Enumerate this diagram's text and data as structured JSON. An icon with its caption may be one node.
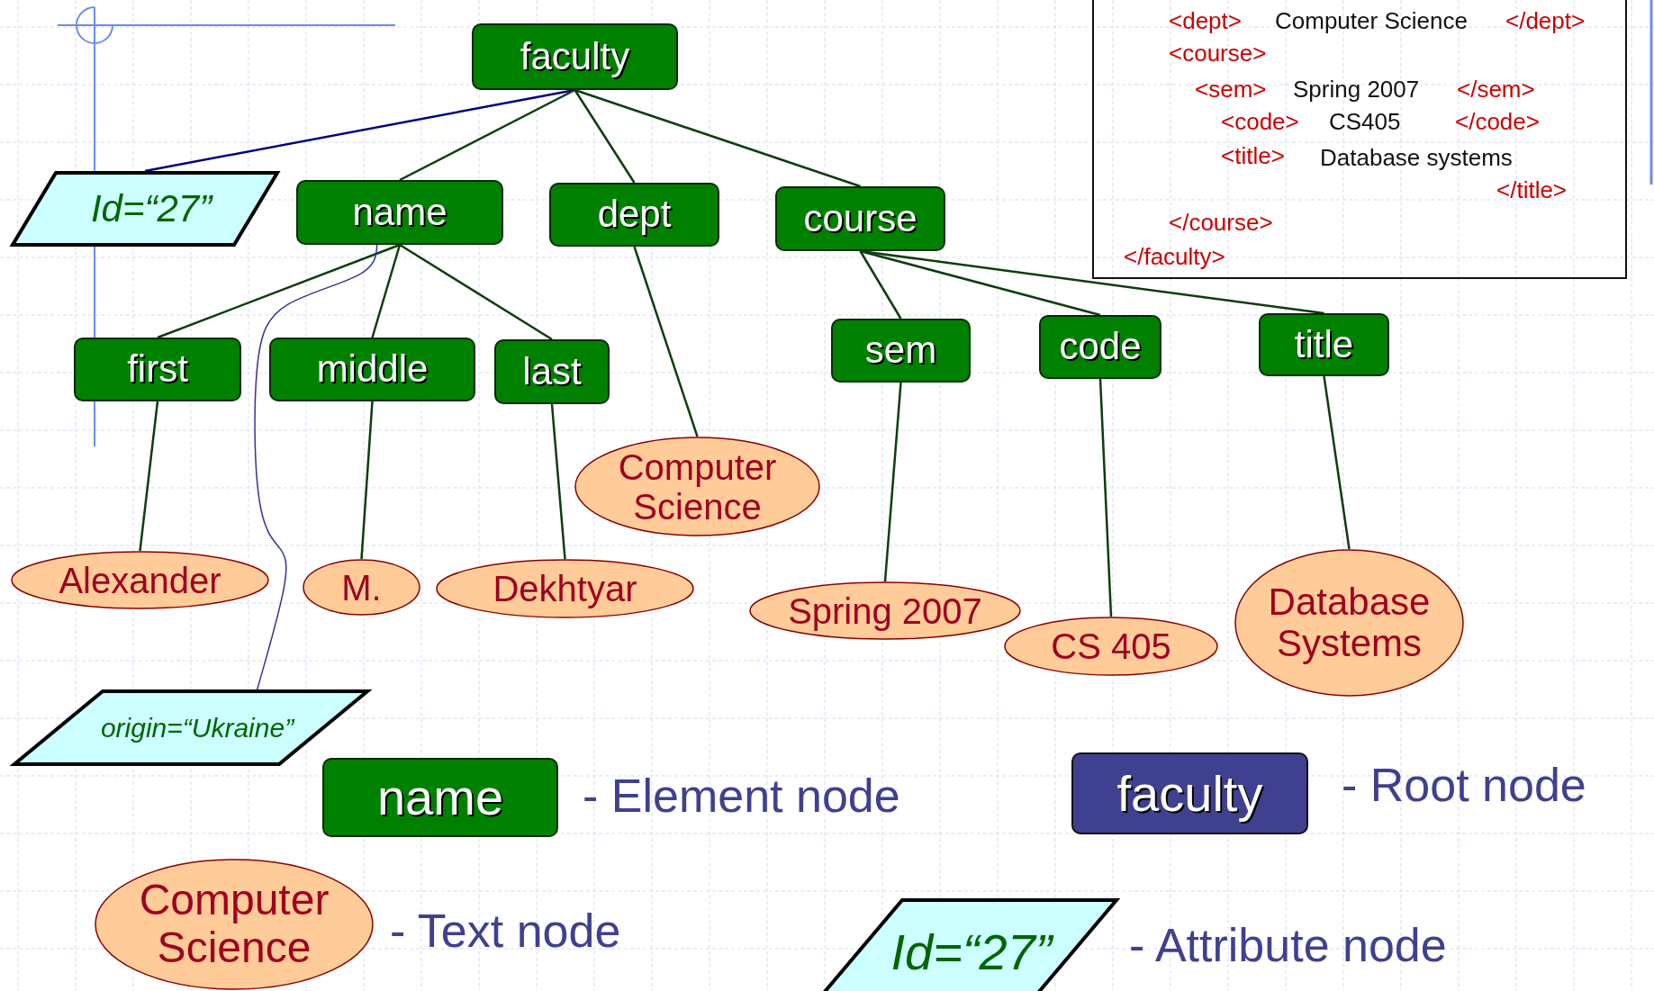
{
  "diagram": {
    "nodes": [
      {
        "text": [
          "faculty"
        ]
      },
      {
        "text": [
          "<dept>",
          "Computer Science",
          "</dept>",
          "<course>",
          "<sem>",
          "Spring 2007",
          "</sem>",
          "<code>",
          "CS405",
          "</code>",
          "<title>",
          "Database systems",
          "</title>",
          "</course>",
          "</faculty>"
        ]
      },
      {
        "text": [
          "Id=“27”"
        ]
      },
      {
        "text": [
          "name"
        ]
      },
      {
        "text": [
          "dept"
        ]
      },
      {
        "text": [
          "course"
        ]
      },
      {
        "text": [
          "first"
        ]
      },
      {
        "text": [
          "middle"
        ]
      },
      {
        "text": [
          "last"
        ]
      },
      {
        "text": [
          "sem"
        ]
      },
      {
        "text": [
          "code"
        ]
      },
      {
        "text": [
          "title"
        ]
      },
      {
        "text": [
          "Computer Science"
        ]
      },
      {
        "text": [
          "Alexander"
        ]
      },
      {
        "text": [
          "M."
        ]
      },
      {
        "text": [
          "Dekhtyar"
        ]
      },
      {
        "text": [
          "Spring 2007"
        ]
      },
      {
        "text": [
          "CS 405"
        ]
      },
      {
        "text": [
          "Database Systems"
        ]
      },
      {
        "text": [
          "origin=“Ukraine”"
        ]
      },
      {
        "text": [
          "name"
        ],
        "beside": [
          "- Element node"
        ]
      },
      {
        "text": [
          "faculty"
        ],
        "beside": [
          "- Root node"
        ]
      },
      {
        "text": [
          "Computer Science"
        ],
        "beside": [
          "- Text node"
        ]
      },
      {
        "text": [
          "Id=“27”"
        ],
        "beside": [
          "- Attribute node"
        ]
      }
    ],
    "edges": [
      {
        "from": 0,
        "to": 2,
        "arrow": "none",
        "color": "#000080"
      },
      {
        "from": 0,
        "to": 3,
        "arrow": "none"
      },
      {
        "from": 0,
        "to": 4,
        "arrow": "none"
      },
      {
        "from": 0,
        "to": 5,
        "arrow": "none"
      },
      {
        "from": 3,
        "to": 6,
        "arrow": "none"
      },
      {
        "from": 3,
        "to": 7,
        "arrow": "none"
      },
      {
        "from": 3,
        "to": 8,
        "arrow": "none"
      },
      {
        "from": 3,
        "to": 19,
        "arrow": "none",
        "color": "#333399"
      },
      {
        "from": 6,
        "to": 13,
        "arrow": "none"
      },
      {
        "from": 7,
        "to": 14,
        "arrow": "none"
      },
      {
        "from": 8,
        "to": 15,
        "arrow": "none"
      },
      {
        "from": 4,
        "to": 12,
        "arrow": "none"
      },
      {
        "from": 5,
        "to": 9,
        "arrow": "none"
      },
      {
        "from": 5,
        "to": 10,
        "arrow": "none"
      },
      {
        "from": 5,
        "to": 11,
        "arrow": "none"
      },
      {
        "from": 9,
        "to": 16,
        "arrow": "none"
      },
      {
        "from": 10,
        "to": 17,
        "arrow": "none"
      },
      {
        "from": 11,
        "to": 18,
        "arrow": "none"
      }
    ]
  }
}
